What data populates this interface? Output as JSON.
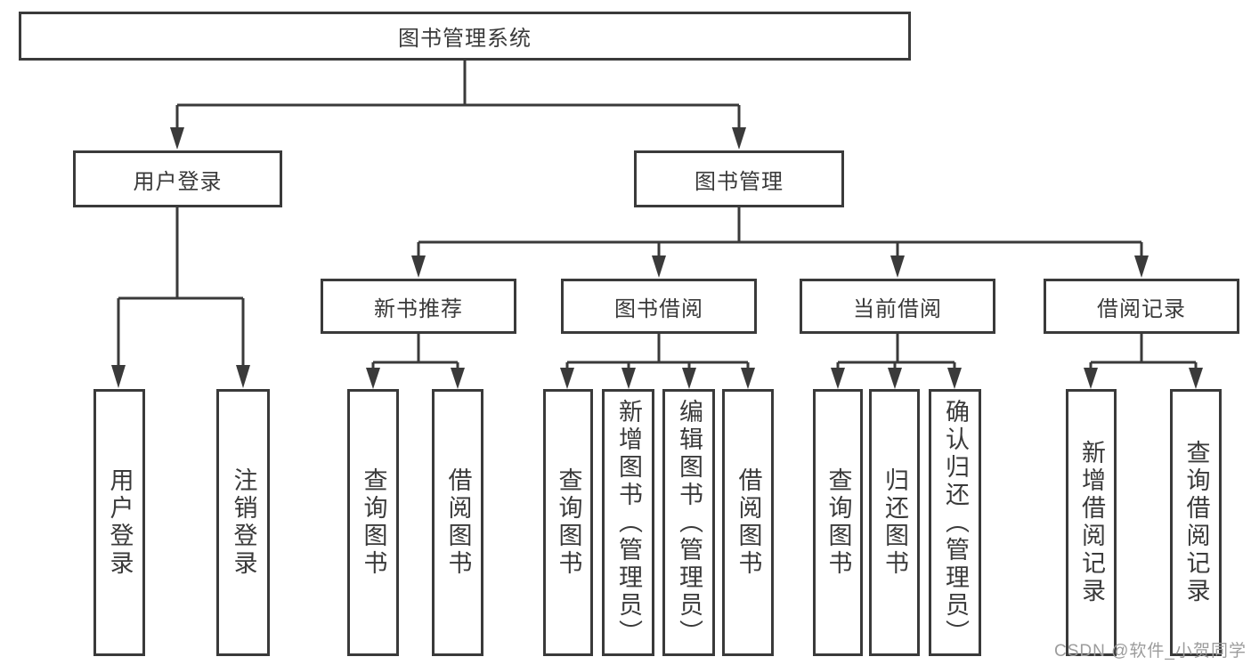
{
  "diagram": {
    "type": "tree",
    "title": "图书管理系统",
    "tree": {
      "label": "图书管理系统",
      "children": [
        {
          "label": "用户登录",
          "children": [
            {
              "label": "用户登录"
            },
            {
              "label": "注销登录"
            }
          ]
        },
        {
          "label": "图书管理",
          "children": [
            {
              "label": "新书推荐",
              "children": [
                {
                  "label": "查询图书"
                },
                {
                  "label": "借阅图书"
                }
              ]
            },
            {
              "label": "图书借阅",
              "children": [
                {
                  "label": "查询图书"
                },
                {
                  "label": "新增图书（管理员）"
                },
                {
                  "label": "编辑图书（管理员）"
                },
                {
                  "label": "借阅图书"
                }
              ]
            },
            {
              "label": "当前借阅",
              "children": [
                {
                  "label": "查询图书"
                },
                {
                  "label": "归还图书"
                },
                {
                  "label": "确认归还（管理员）"
                }
              ]
            },
            {
              "label": "借阅记录",
              "children": [
                {
                  "label": "新增借阅记录"
                },
                {
                  "label": "查询借阅记录"
                }
              ]
            }
          ]
        }
      ]
    },
    "colors": {
      "line": "#3a3a3a",
      "box_border": "#3a3a3a",
      "box_fill": "#ffffff",
      "text": "#3a3a3a",
      "background": "#ffffff",
      "watermark": "#9c9c9c"
    }
  },
  "watermark": {
    "text": "CSDN @软件_小贺同学"
  }
}
